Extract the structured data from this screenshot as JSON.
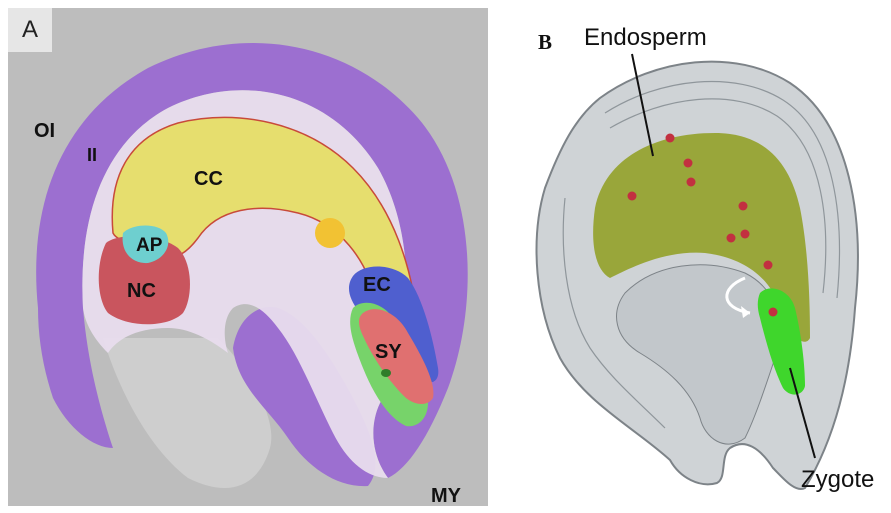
{
  "panel_a": {
    "letter": "A",
    "labels": {
      "outer_integument": "OI",
      "inner_integument": "II",
      "central_cell": "CC",
      "antipodals": "AP",
      "nucellus": "NC",
      "egg_cell": "EC",
      "synergids": "SY",
      "micropyle": "MY"
    },
    "colors": {
      "outer_integument": "#9c6fd0",
      "inner_integument": "#e8dced",
      "central_cell": "#e6de6e",
      "antipodals": "#6ecfcf",
      "nucellus": "#c9555e",
      "egg_cell": "#4f5fcf",
      "synergids": "#e07070",
      "filiform": "#77d36a",
      "central_nucleus": "#f2c233",
      "background": "#bdbdbd"
    }
  },
  "panel_b": {
    "letter": "B",
    "labels": {
      "endosperm": "Endosperm",
      "zygote": "Zygote"
    },
    "colors": {
      "endosperm": "#8f9d1e",
      "zygote": "#3fd62c",
      "nuclei": "#c23040",
      "seed_coat": "#cfd3d6"
    }
  }
}
